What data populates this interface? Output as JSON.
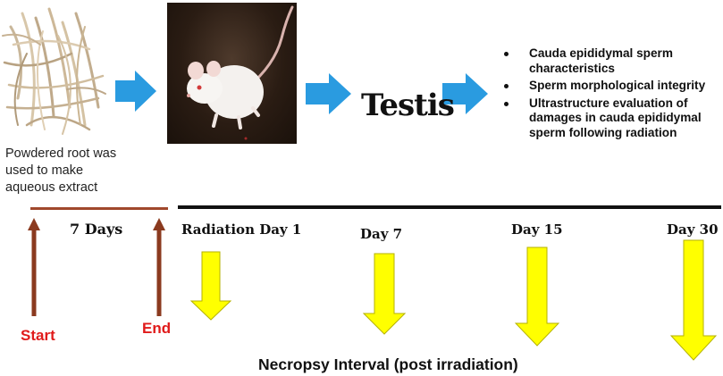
{
  "colors": {
    "process_arrow": "#2a9be0",
    "brown_line": "#a0482c",
    "brown_arrow": "#8b3a1f",
    "timeline_line": "#111111",
    "necropsy_arrow_fill": "#ffff00",
    "necropsy_arrow_stroke": "#b5b200",
    "label_red": "#e01b1b"
  },
  "icons": {
    "root": "powdered-root-photo",
    "mouse": "white-mouse-photo"
  },
  "caption": {
    "lines": [
      "Powdered root was",
      "used to make",
      "aqueous extract"
    ]
  },
  "organ": {
    "label": "Testis"
  },
  "analyses": {
    "items": [
      {
        "lines": [
          "Cauda epididymal sperm",
          "characteristics"
        ]
      },
      {
        "lines": [
          "Sperm morphological integrity"
        ]
      },
      {
        "lines": [
          "Ultrastructure evaluation of",
          "damages in cauda epididymal",
          "sperm following radiation"
        ]
      }
    ]
  },
  "pretreatment": {
    "duration_label": "7 Days",
    "start_label": "Start",
    "end_label": "End"
  },
  "timepoints": [
    {
      "label": "Radiation Day 1"
    },
    {
      "label": "Day 7"
    },
    {
      "label": "Day 15"
    },
    {
      "label": "Day 30"
    }
  ],
  "necropsy": {
    "title": "Necropsy Interval (post irradiation)"
  }
}
